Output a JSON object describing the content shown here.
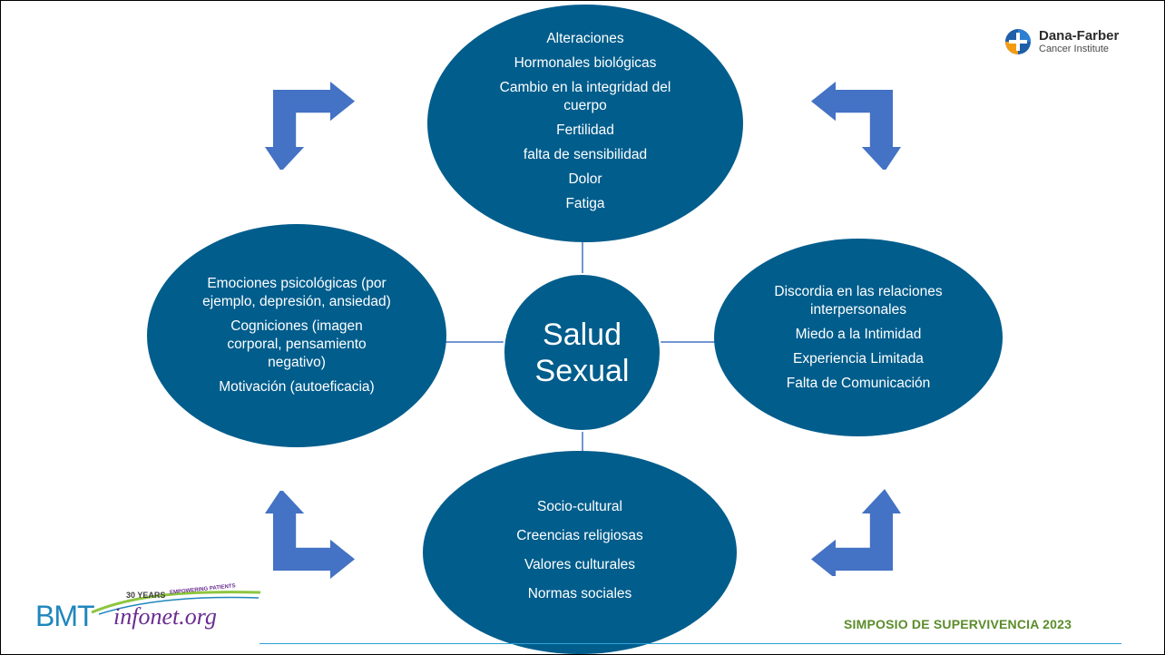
{
  "diagram": {
    "center": {
      "line1": "Salud",
      "line2": "Sexual"
    },
    "top": {
      "items": [
        "Alteraciones",
        "Hormonales biológicas",
        "Cambio en la integridad del cuerpo",
        "Fertilidad",
        "falta de sensibilidad",
        "Dolor",
        "Fatiga"
      ]
    },
    "left": {
      "items": [
        "Emociones psicológicas (por ejemplo, depresión, ansiedad)",
        "Cogniciones (imagen corporal, pensamiento negativo)",
        "Motivación (autoeficacia)"
      ]
    },
    "right": {
      "items": [
        "Discordia en las relaciones interpersonales",
        "Miedo a la Intimidad",
        "Experiencia Limitada",
        "Falta de Comunicación"
      ]
    },
    "bottom": {
      "items": [
        "Socio-cultural",
        "Creencias religiosas",
        "Valores culturales",
        "Normas sociales"
      ]
    }
  },
  "branding": {
    "dfci_name": "Dana-Farber",
    "dfci_sub": "Cancer Institute",
    "bmt_letters": "BMT",
    "bmt_rest": "infonet.org",
    "bmt_years": "30 YEARS",
    "bmt_tagline": "EMPOWERING PATIENTS"
  },
  "footer": {
    "title": "SIMPOSIO DE SUPERVIVENCIA 2023"
  },
  "colors": {
    "oval": "#005d8c",
    "arrow": "#4472c4",
    "footer_title": "#5b8c2a",
    "footer_line": "#2ea3d6"
  }
}
